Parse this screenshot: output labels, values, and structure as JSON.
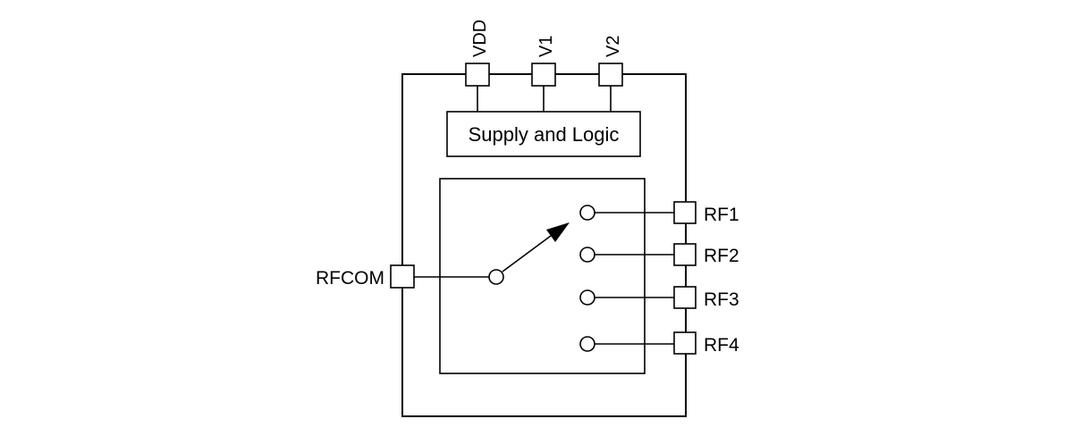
{
  "diagram": {
    "title": "RF switch functional block diagram (SP4T)",
    "top_pins": [
      {
        "label": "VDD"
      },
      {
        "label": "V1"
      },
      {
        "label": "V2"
      }
    ],
    "logic_block": {
      "label": "Supply and Logic"
    },
    "common_port": {
      "label": "RFCOM"
    },
    "rf_ports": [
      {
        "label": "RF1"
      },
      {
        "label": "RF2"
      },
      {
        "label": "RF3"
      },
      {
        "label": "RF4"
      }
    ],
    "switch_position": "RF1"
  }
}
